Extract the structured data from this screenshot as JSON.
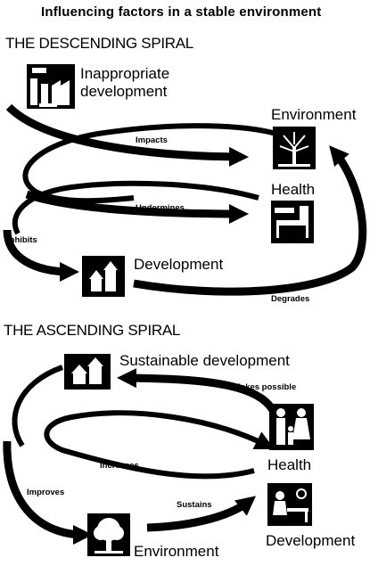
{
  "title": "Influencing factors in a stable environment",
  "descending": {
    "heading": "THE DESCENDING SPIRAL",
    "nodes": {
      "inappropriate_line1": "Inappropriate",
      "inappropriate_line2": "development",
      "environment": "Environment",
      "health": "Health",
      "development": "Development"
    },
    "arrows": {
      "impacts": "Impacts",
      "undermines": "Undermines",
      "inhibits": "Inhibits",
      "degrades": "Degrades"
    }
  },
  "ascending": {
    "heading": "THE ASCENDING SPIRAL",
    "nodes": {
      "sustainable": "Sustainable development",
      "health": "Health",
      "development": "Development",
      "environment": "Environment"
    },
    "arrows": {
      "makes_possible": "Makes possible",
      "increases": "Increases",
      "improves": "Improves",
      "sustains": "Sustains"
    }
  },
  "icons": [
    "factory-icon",
    "tree-icon",
    "hospital-bed-icon",
    "houses-icon",
    "family-icon",
    "person-at-table-icon"
  ],
  "colors": {
    "ink": "#000000",
    "paper": "#ffffff"
  }
}
